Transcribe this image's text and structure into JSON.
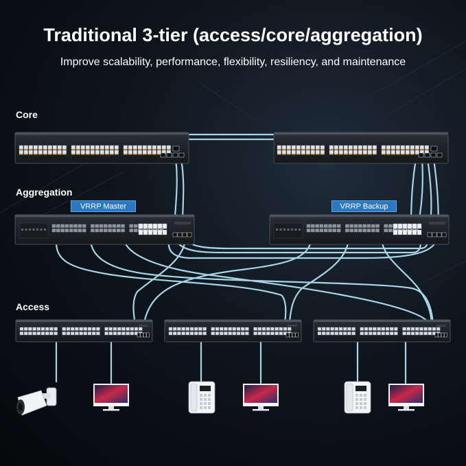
{
  "header": {
    "title": "Traditional 3-tier (access/core/aggregation)",
    "subtitle": "Improve scalability, performance, flexibility, resiliency, and maintenance"
  },
  "tiers": {
    "core": "Core",
    "aggregation": "Aggregation",
    "access": "Access"
  },
  "tags": {
    "master": "VRRP Master",
    "backup": "VRRP Backup"
  },
  "colors": {
    "background": "#0b0f14",
    "cable": "#a6d6e6",
    "switch_body": "#1e2226",
    "port_amber": "#e7a53a",
    "tag": "#2b78c2"
  },
  "devices": {
    "core_switches": 2,
    "aggregation_switches": 2,
    "access_switches": 3,
    "endpoints": [
      "camera-icon",
      "monitor-icon",
      "phone-icon",
      "monitor-icon",
      "phone-icon",
      "monitor-icon"
    ]
  }
}
